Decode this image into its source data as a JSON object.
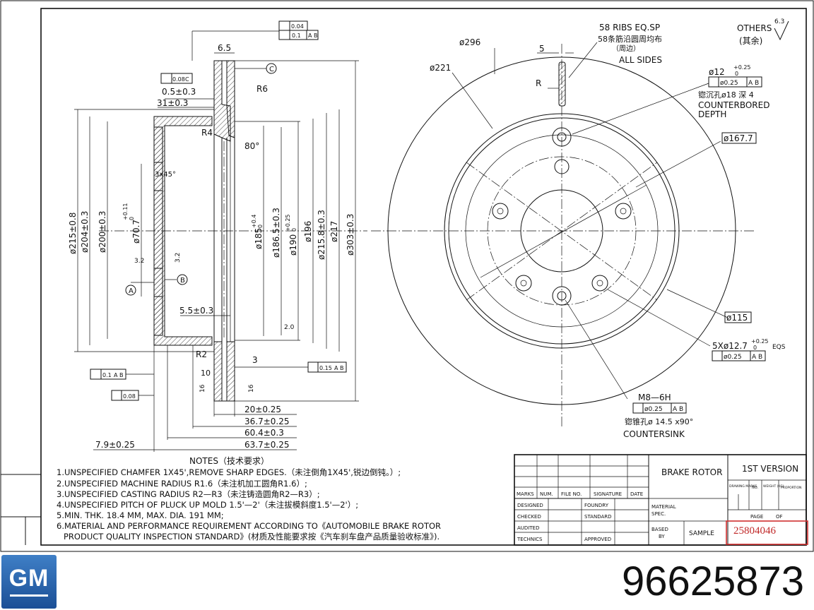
{
  "notes": {
    "title": "NOTES（技术要求）",
    "lines": [
      "1.UNSPECIFIED CHAMFER 1X45',REMOVE SHARP EDGES.（未注倒角1X45',锐边倒钝。）;",
      "2.UNSPECIFIED MACHINE RADIUS R1.6（未注机加工圆角R1.6）;",
      "3.UNSPECIFIED CASTING RADIUS R2—R3（未注铸造圆角R2—R3）;",
      "4.UNSPECIFIED PITCH OF PLUCK UP MOLD 1.5'—2'（未注拔模斜度1.5'—2'）;",
      "5.MIN. THK. 18.4 MM, MAX. DIA. 191 MM;",
      "6.MATERIAL AND PERFORMANCE REQUIREMENT ACCORDING TO《AUTOMOBILE BRAKE ROTOR",
      "PRODUCT QUALITY INSPECTION STANDARD》(材质及性能要求按《汽车刹车盘产品质量验收标准》)."
    ]
  },
  "section_dims": {
    "d215": "ø215±0.8",
    "d204": "ø204±0.3",
    "d200": "ø200±0.3",
    "d70": "ø70.7",
    "d70_tol": "+0.11",
    "d70_tol2": "0",
    "d185": "ø185",
    "d185_tol": "+0.4",
    "d185_tol2": "0",
    "d186": "ø186.5±0.3",
    "d190": "ø190",
    "d190_tol": "+0.25",
    "d190_tol2": "0",
    "d196": "ø196",
    "d215b": "ø215.8±0.3",
    "d217": "ø217",
    "d303": "ø303±0.3",
    "w65": "6.5",
    "w05": "0.5±0.3",
    "w31": "31±0.3",
    "r6": "R6",
    "r4": "R4",
    "a80": "80°",
    "ch3x45": "3x45°",
    "rough32a": "3.2",
    "rough32b": "3.2",
    "w55": "5.5±0.3",
    "w20t": "2.0",
    "r2": "R2",
    "n10": "10",
    "n16a": "16",
    "n16b": "16",
    "n3": "3",
    "l20": "20±0.25",
    "l367": "36.7±0.25",
    "l604": "60.4±0.3",
    "l637": "63.7±0.25",
    "l79": "7.9±0.25",
    "datumA": "A",
    "datumB": "B",
    "datumC": "C"
  },
  "fcf": {
    "top1_val": "0.04",
    "top2_val": "0.1",
    "top2_ref": "A B",
    "par_val": "0.08",
    "par_ref": "C",
    "left1_val": "0.1",
    "left1_ref": "A B",
    "left2_val": "0.08",
    "right_val": "0.15",
    "right_ref": "A B"
  },
  "front_dims": {
    "ribs": "58 RIBS EQ.SP",
    "ribs_cn": "58条筋沿圆周均布",
    "ribs_cn2": "（周边）",
    "all_sides": "ALL SIDES",
    "d296": "ø296",
    "d221": "ø221",
    "w5": "5",
    "r": "R",
    "d12": "ø12",
    "d12_tol": "+0.25",
    "d12_tol2": "0",
    "pos1": "ø0.25",
    "pos1_ref": "A B",
    "cb_cn": "锪沉孔ø18  深 4",
    "counterbored": "COUNTERBORED",
    "depth": "DEPTH",
    "d1677": "ø167.7",
    "d115": "ø115",
    "d127": "5Xø12.7",
    "d127_tol": "+0.25",
    "d127_tol2": "0",
    "eqs": "EQS",
    "pos2": "ø0.25",
    "pos2_ref": "A B",
    "m8": "M8—6H",
    "pos3": "ø0.25",
    "pos3_ref": "A B",
    "cs_cn": "锪锥孔ø 14.5 x90°",
    "countersink": "COUNTERSINK",
    "others": "OTHERS",
    "others_cn": "(其余)",
    "rough63": "6.3"
  },
  "title_block": {
    "name": "BRAKE ROTOR",
    "version": "1ST VERSION",
    "marks": "MARKS",
    "num": "NUM.",
    "file_no": "FILE NO.",
    "signature": "SIGNATURE",
    "date": "DATE",
    "designed": "DESIGNED",
    "foundry": "FOUNDRY",
    "checked": "CHECKED",
    "standard": "STANDARD",
    "audited": "AUDITED",
    "technics": "TECHNICS",
    "approved": "APPROVED",
    "material": "MATERIAL",
    "spec": "SPEC.",
    "based": "BASED",
    "by": "BY",
    "sample": "SAMPLE",
    "drawing_marks": "DRAWING MARKS",
    "no": "NO.",
    "weight": "WEIGHT (KG)",
    "proportion": "PROPORTION",
    "page": "PAGE",
    "of": "OF",
    "ref_number": "25804046"
  },
  "brand": {
    "logo_text": "GM"
  },
  "part_number": "96625873"
}
